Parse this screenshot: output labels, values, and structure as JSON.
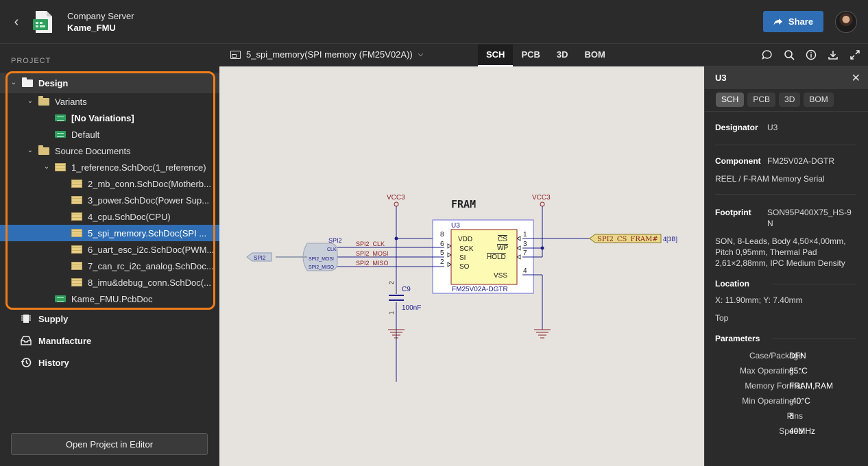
{
  "header": {
    "server": "Company Server",
    "project": "Kame_FMU",
    "share_label": "Share"
  },
  "sidebar": {
    "heading": "PROJECT",
    "tree": {
      "design": "Design",
      "variants": "Variants",
      "no_variations": "[No Variations]",
      "default": "Default",
      "source_documents": "Source Documents",
      "doc1": "1_reference.SchDoc(1_reference)",
      "doc2": "2_mb_conn.SchDoc(Motherb...",
      "doc3": "3_power.SchDoc(Power Sup...",
      "doc4": "4_cpu.SchDoc(CPU)",
      "doc5": "5_spi_memory.SchDoc(SPI ...",
      "doc6": "6_uart_esc_i2c.SchDoc(PWM...",
      "doc7": "7_can_rc_i2c_analog.SchDoc...",
      "doc8": "8_imu&debug_conn.SchDoc(...",
      "pcb": "Kame_FMU.PcbDoc"
    },
    "nav": {
      "supply": "Supply",
      "manufacture": "Manufacture",
      "history": "History"
    },
    "open_button": "Open Project in Editor"
  },
  "doc_toolbar": {
    "document": "5_spi_memory(SPI memory (FM25V02A))",
    "tabs": [
      "SCH",
      "PCB",
      "3D",
      "BOM"
    ],
    "active_tab": "SCH"
  },
  "schematic": {
    "title": "FRAM",
    "vcc_left": "VCC3",
    "vcc_right": "VCC3",
    "ref": "U3",
    "part": "FM25V02A-DGTR",
    "pins_left": [
      {
        "num": "8",
        "name": "VDD"
      },
      {
        "num": "6",
        "name": "SCK"
      },
      {
        "num": "5",
        "name": "SI"
      },
      {
        "num": "2",
        "name": "SO"
      }
    ],
    "pins_right": [
      {
        "num": "1",
        "name": "CS"
      },
      {
        "num": "3",
        "name": "WP"
      },
      {
        "num": "7",
        "name": "HOLD"
      },
      {
        "num": "4",
        "name": "VSS"
      }
    ],
    "bus_label": "SPI2",
    "bus_port": "SPI2",
    "bus_entries": [
      "CLK",
      "SPI2_MOSI",
      "SPI2_MISO"
    ],
    "nets": [
      "SPI2_CLK",
      "SPI2_MOSI",
      "SPI2_MISO"
    ],
    "cs_port": "SPI2_CS_FRAM#",
    "cs_ref": "4[3B]",
    "cap_ref": "C9",
    "cap_val": "100nF",
    "cap_pin_top": "2",
    "cap_pin_bottom": "1"
  },
  "panel": {
    "title": "U3",
    "tabs": [
      "SCH",
      "PCB",
      "3D",
      "BOM"
    ],
    "active_tab": "SCH",
    "designator_label": "Designator",
    "designator": "U3",
    "component_label": "Component",
    "component": "FM25V02A-DGTR",
    "component_desc": "REEL / F-RAM Memory Serial",
    "footprint_label": "Footprint",
    "footprint": "SON95P400X75_HS-9N",
    "footprint_desc": "SON, 8-Leads, Body 4,50×4,00mm, Pitch 0,95mm, Thermal Pad 2,61×2,88mm, IPC Medium Density",
    "location_label": "Location",
    "location": "X: 11.90mm; Y: 7.40mm",
    "layer": "Top",
    "parameters_label": "Parameters",
    "parameters": [
      {
        "key": "Case/Package",
        "value": "DFN"
      },
      {
        "key": "Max Operating ...",
        "value": "85°C"
      },
      {
        "key": "Memory Format",
        "value": "FRAM,RAM"
      },
      {
        "key": "Min Operating ...",
        "value": "-40°C"
      },
      {
        "key": "Pins",
        "value": "8"
      },
      {
        "key": "Speed",
        "value": "40MHz"
      }
    ]
  },
  "colors": {
    "accent": "#2f6eb5",
    "highlight": "#f07d1a",
    "canvas": "#e6e3df",
    "wire": "#1b1b8a",
    "net_label": "#8a1f1f"
  }
}
